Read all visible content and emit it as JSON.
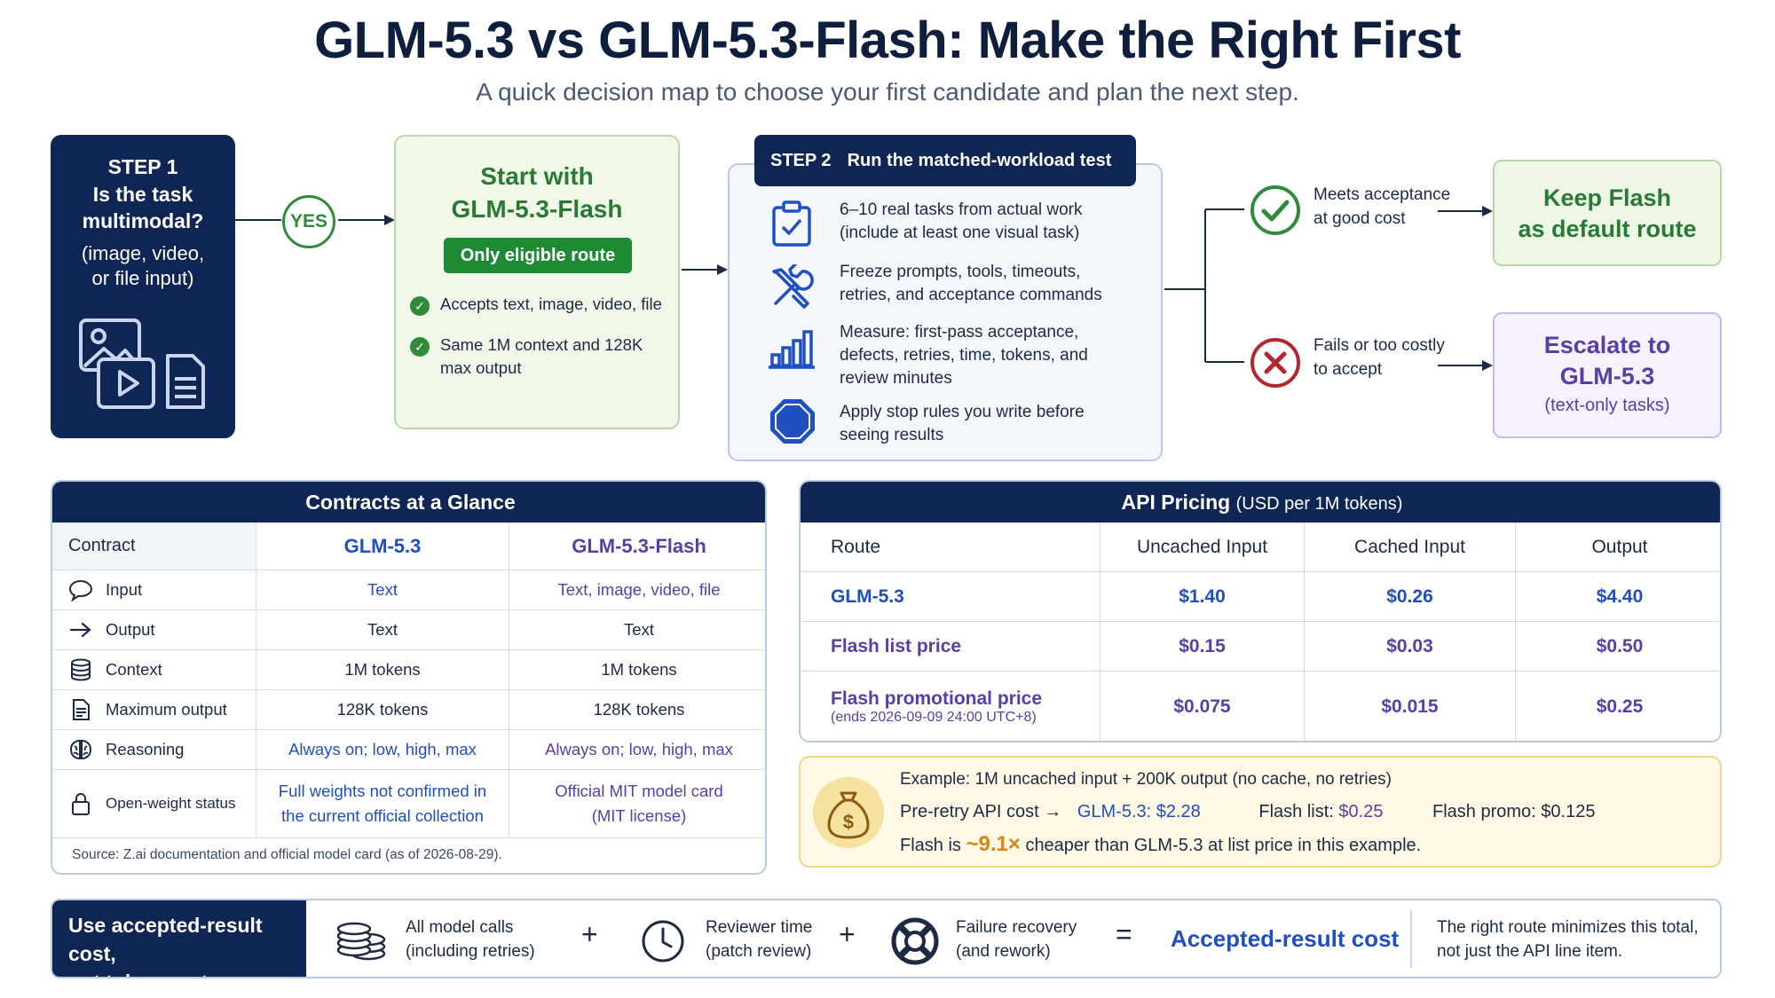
{
  "title": "GLM-5.3 vs GLM-5.3-Flash: Make the Right First",
  "subtitle": "A quick decision map to choose your first candidate and plan the next step.",
  "step1": {
    "label": "STEP 1",
    "question": [
      "Is the task",
      "multimodal?"
    ],
    "note": [
      "(image, video,",
      "or file input)"
    ]
  },
  "yes_label": "YES",
  "start": {
    "title": [
      "Start with",
      "GLM-5.3-Flash"
    ],
    "badge": "Only eligible route",
    "checks": [
      "Accepts text, image, video, file",
      "Same 1M context and 128K",
      "max output"
    ]
  },
  "step2": {
    "label": "STEP 2",
    "title": "Run the matched-workload test",
    "items": [
      {
        "icon": "clipboard-check-icon",
        "lines": [
          "6–10 real tasks from actual work",
          "(include at least one visual task)"
        ]
      },
      {
        "icon": "tools-icon",
        "lines": [
          "Freeze prompts, tools, timeouts,",
          "retries, and acceptance commands"
        ]
      },
      {
        "icon": "bar-chart-icon",
        "lines": [
          "Measure: first-pass acceptance,",
          "defects, retries, time, tokens, and",
          "review minutes"
        ]
      },
      {
        "icon": "stop-sign-icon",
        "lines": [
          "Apply stop rules you write before",
          "seeing results"
        ]
      }
    ]
  },
  "outcomes": {
    "pass_lines": [
      "Meets acceptance",
      "at good cost"
    ],
    "fail_lines": [
      "Fails or too costly",
      "to accept"
    ],
    "keep_lines": [
      "Keep Flash",
      "as default route"
    ],
    "escalate_lines": [
      "Escalate to",
      "GLM-5.3"
    ],
    "escalate_note": "(text-only tasks)"
  },
  "contracts": {
    "title": "Contracts at a Glance",
    "headers": [
      "Contract",
      "GLM-5.3",
      "GLM-5.3-Flash"
    ],
    "rows": [
      {
        "icon": "chat-bubble-icon",
        "label": "Input",
        "a": "Text",
        "b": "Text, image, video, file",
        "color": "accent"
      },
      {
        "icon": "arrow-right-icon",
        "label": "Output",
        "a": "Text",
        "b": "Text",
        "color": "plain"
      },
      {
        "icon": "database-icon",
        "label": "Context",
        "a": "1M tokens",
        "b": "1M tokens",
        "color": "plain"
      },
      {
        "icon": "document-icon",
        "label": "Maximum output",
        "a": "128K tokens",
        "b": "128K tokens",
        "color": "plain"
      },
      {
        "icon": "brain-icon",
        "label": "Reasoning",
        "a": "Always on; low, high, max",
        "b": "Always on; low, high, max",
        "color": "accent"
      },
      {
        "icon": "lock-icon",
        "label": "Open-weight status",
        "a": "Full weights not confirmed in the current official collection",
        "b": "Official MIT model card (MIT license)",
        "color": "accent"
      }
    ],
    "source": "Source: Z.ai documentation and official model card (as of 2026-08-29)."
  },
  "pricing": {
    "title": "API Pricing",
    "unit": "(USD per 1M tokens)",
    "headers": [
      "Route",
      "Uncached Input",
      "Cached Input",
      "Output"
    ],
    "rows": [
      {
        "route": "GLM-5.3",
        "note": "",
        "uncached": "$1.40",
        "cached": "$0.26",
        "output": "$4.40"
      },
      {
        "route": "Flash list price",
        "note": "",
        "uncached": "$0.15",
        "cached": "$0.03",
        "output": "$0.50"
      },
      {
        "route": "Flash promotional price",
        "note": "(ends 2026-09-09 24:00 UTC+8)",
        "uncached": "$0.075",
        "cached": "$0.015",
        "output": "$0.25"
      }
    ]
  },
  "example": {
    "line1": "Example: 1M uncached input + 200K output (no cache, no retries)",
    "pre_retry": "Pre-retry API cost →",
    "glm_cost": "GLM-5.3: $2.28",
    "flash_list_label": "Flash list:",
    "flash_list_value": "$0.25",
    "flash_promo": "Flash promo: $0.125",
    "line3_pre": "Flash is",
    "ratio": "~9.1×",
    "line3_post": "cheaper than GLM-5.3 at list price in this example."
  },
  "bottom": {
    "lead": [
      "Use accepted-result cost,",
      "not token cost"
    ],
    "terms": [
      {
        "icon": "coins-icon",
        "lines": [
          "All model calls",
          "(including retries)"
        ]
      },
      {
        "icon": "clock-icon",
        "lines": [
          "Reviewer time",
          "(patch review)"
        ]
      },
      {
        "icon": "lifebuoy-icon",
        "lines": [
          "Failure recovery",
          "(and rework)"
        ]
      }
    ],
    "plus": "+",
    "equals": "=",
    "result": "Accepted-result cost",
    "note": [
      "The right route minimizes this total,",
      "not just the API line item."
    ]
  },
  "colors": {
    "navy": "#0f2554",
    "green": "#2a7a36",
    "blue": "#1f4fc0",
    "purple": "#5a3ea8",
    "red": "#b3262e",
    "orange": "#d9841a"
  }
}
